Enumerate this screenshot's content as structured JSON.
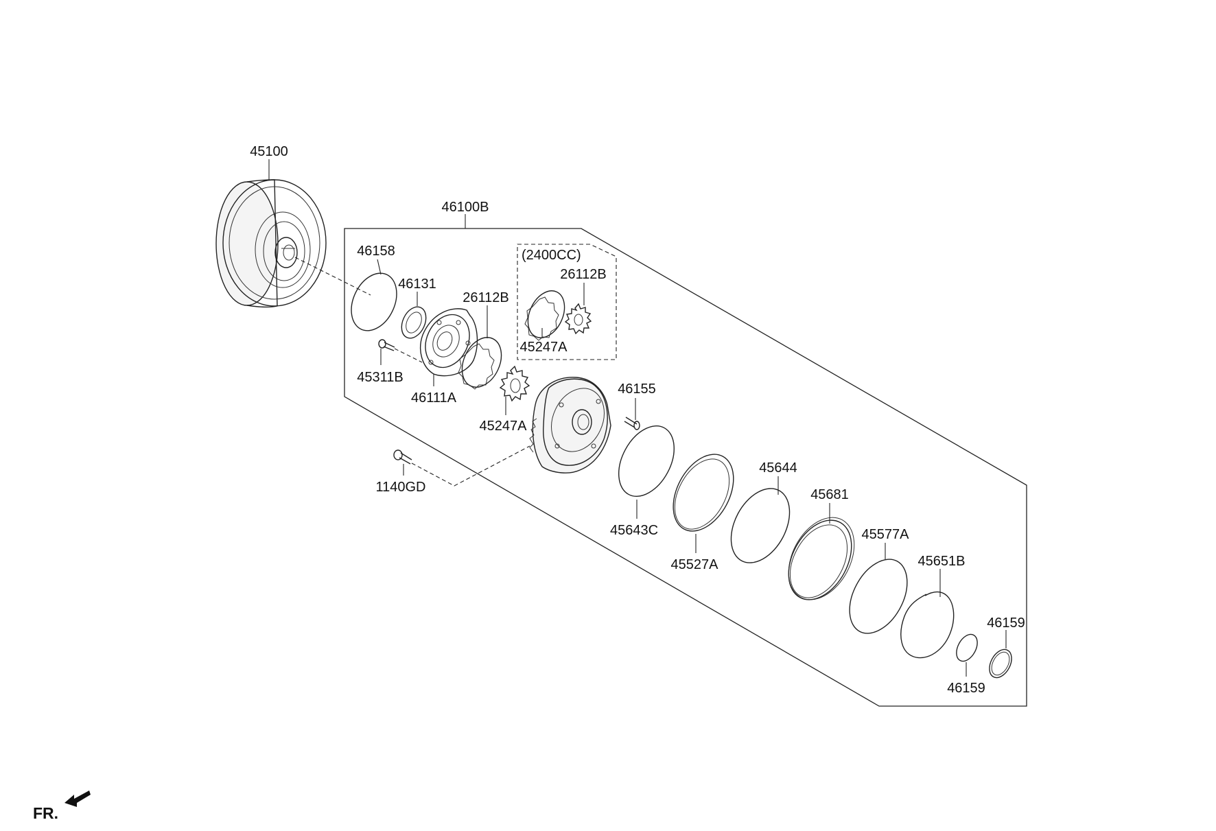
{
  "diagram": {
    "group_label": "46100B",
    "variant_label": "(2400CC)",
    "direction_label": "FR.",
    "parts": {
      "torque_converter": "45100",
      "o_ring": "46158",
      "oil_seal": "46131",
      "bolt_small": "45311B",
      "pump_cover": "46111A",
      "gear_outer": "26112B",
      "gear_inner": "45247A",
      "variant_gear_outer": "26112B",
      "variant_gear_inner": "45247A",
      "plug_bolt": "46155",
      "mount_bolt": "1140GD",
      "seal_ring_1": "45643C",
      "band_ring": "45527A",
      "seal_ring_2": "45644",
      "piston_ring": "45681",
      "seal_ring_3": "45577A",
      "snap_ring": "45651B",
      "ring_small_a": "46159",
      "ring_small_b": "46159"
    }
  }
}
